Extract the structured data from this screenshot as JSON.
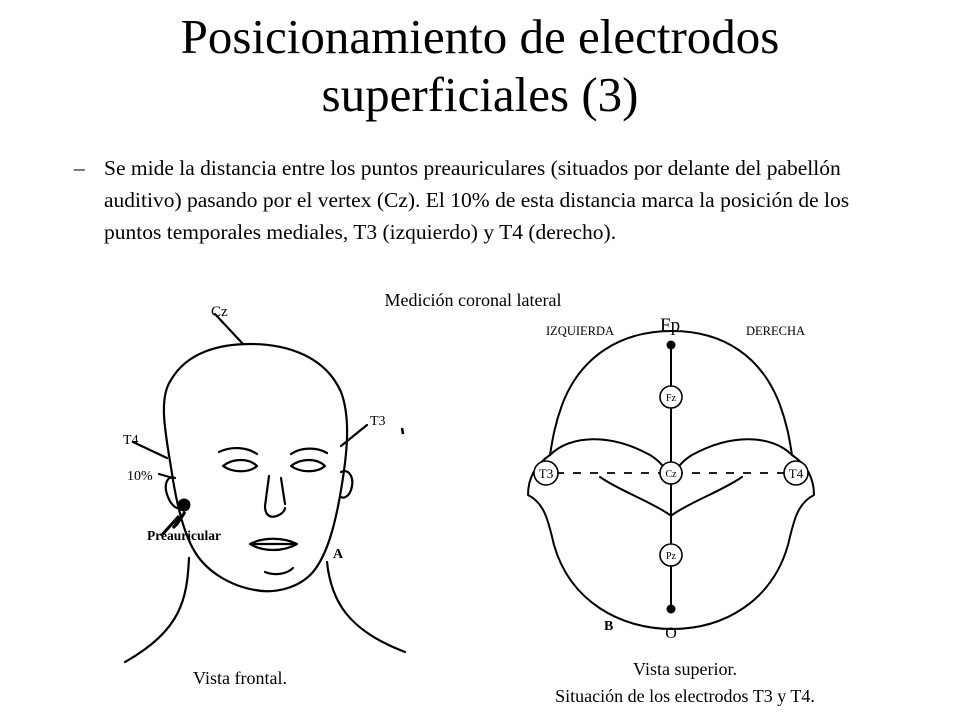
{
  "slide": {
    "title_line1": "Posicionamiento de electrodos",
    "title_line2": "superficiales (3)",
    "bullet_dash": "–",
    "bullet_text": "Se mide la distancia entre los puntos preauriculares (situados por delante del pabellón auditivo) pasando por el vertex (Cz). El 10% de esta distancia marca la posición de los puntos temporales mediales, T3 (izquierdo) y T4 (derecho)."
  },
  "figure": {
    "caption_top": "Medición coronal lateral",
    "frontal": {
      "label_cz": "Cz",
      "label_t3": "T3",
      "label_t4": "T4",
      "label_percent": "10%",
      "label_preauricular": "Preauricular",
      "panel_letter": "A",
      "caption": "Vista frontal."
    },
    "superior": {
      "label_left": "IZQUIERDA",
      "label_right": "DERECHA",
      "label_fp": "Fp",
      "label_fz": "Fz",
      "label_cz": "Cz",
      "label_pz": "Pz",
      "label_t3": "T3",
      "label_t4": "T4",
      "label_o": "O",
      "panel_letter": "B",
      "caption_line1": "Vista superior.",
      "caption_line2": "Situación de los electrodos T3 y T4."
    }
  }
}
